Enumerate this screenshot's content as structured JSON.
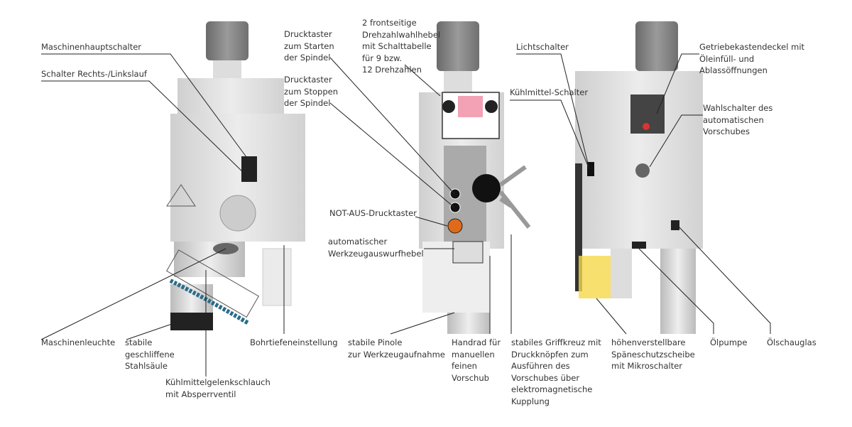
{
  "labels": {
    "maschinenhauptschalter": [
      "Maschinenhauptschalter"
    ],
    "schalter_rl": [
      "Schalter Rechts-/Linkslauf"
    ],
    "start": [
      "Drucktaster",
      "zum Starten",
      "der Spindel"
    ],
    "stop": [
      "Drucktaster",
      "zum Stoppen",
      "der Spindel"
    ],
    "drehzahl": [
      "2 frontseitige",
      "Drehzahlwahlhebel",
      "mit Schalttabelle",
      "für 9 bzw.",
      "12 Drehzahlen"
    ],
    "licht": [
      "Lichtschalter"
    ],
    "kuehl_schalter": [
      "Kühlmittel-Schalter"
    ],
    "getriebe": [
      "Getriebekastendeckel mit",
      "Öleinfüll- und",
      "Ablassöffnungen"
    ],
    "wahl": [
      "Wahlschalter des",
      "automatischen",
      "Vorschubes"
    ],
    "notaus": [
      "NOT-AUS-Drucktaster"
    ],
    "auswurf": [
      "automatischer",
      "Werkzeugauswurfhebel"
    ],
    "leuchte": [
      "Maschinenleuchte"
    ],
    "saeule": [
      "stabile",
      "geschliffene",
      "Stahlsäule"
    ],
    "schlauch": [
      "Kühlmittelgelenkschlauch",
      "mit Absperrventil"
    ],
    "bohrtiefe": [
      "Bohrtiefeneinstellung"
    ],
    "pinole": [
      "stabile Pinole",
      "zur Werkzeugaufnahme"
    ],
    "handrad": [
      "Handrad für",
      "manuellen",
      "feinen",
      "Vorschub"
    ],
    "griffkreuz": [
      "stabiles Griffkreuz mit",
      "Druckknöpfen zum",
      "Ausführen des",
      "Vorschubes über",
      "elektromagnetische",
      "Kupplung"
    ],
    "spaene": [
      "höhenverstellbare",
      "Späneschutzscheibe",
      "mit Mikroschalter"
    ],
    "oelpumpe": [
      "Ölpumpe"
    ],
    "schauglas": [
      "Ölschauglas"
    ]
  }
}
